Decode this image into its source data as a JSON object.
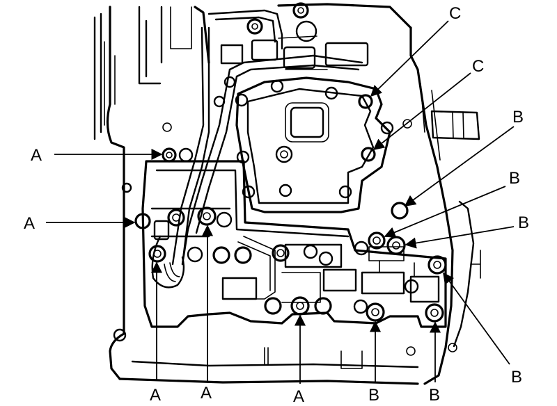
{
  "callouts": [
    {
      "letter": "A"
    },
    {
      "letter": "A"
    },
    {
      "letter": "A"
    },
    {
      "letter": "A"
    },
    {
      "letter": "A"
    },
    {
      "letter": "B"
    },
    {
      "letter": "B"
    },
    {
      "letter": "B"
    },
    {
      "letter": "B"
    },
    {
      "letter": "B"
    },
    {
      "letter": "B"
    },
    {
      "letter": "C"
    },
    {
      "letter": "C"
    }
  ],
  "icons": {
    "bolt": "hex-bolt-icon",
    "arrow": "arrowhead-icon"
  },
  "colors": {
    "ink": "#000000",
    "paper": "#ffffff"
  }
}
